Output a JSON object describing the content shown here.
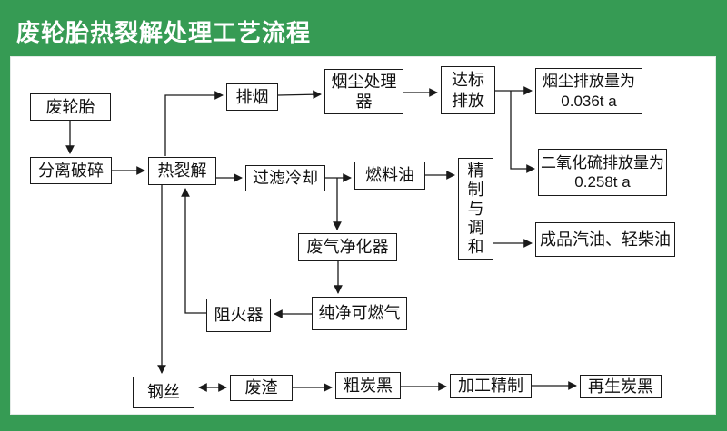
{
  "title": "废轮胎热裂解处理工艺流程",
  "colors": {
    "background_green": "#369b54",
    "title_color": "#ffffff",
    "panel": "#ffffff",
    "line": "#1a1a1a"
  },
  "diagram": {
    "nodes": {
      "waste_tire": {
        "label": "废轮胎"
      },
      "separate_crush": {
        "label": "分离破碎"
      },
      "pyrolysis": {
        "label": "热裂解"
      },
      "smoke_exhaust": {
        "label": "排烟"
      },
      "dust_processor": {
        "line1": "烟尘处理",
        "line2": "器"
      },
      "standard_discharge": {
        "line1": "达标",
        "line2": "排放"
      },
      "dust_emission": {
        "line1": "烟尘排放量为",
        "line2": "0.036t a"
      },
      "filter_cooling": {
        "label": "过滤冷却"
      },
      "fuel_oil": {
        "label": "燃料油"
      },
      "refine_blend": {
        "label": "精制与调和"
      },
      "so2_emission": {
        "line1": "二氧化硫排放量为",
        "line2": "0.258t a"
      },
      "finished_oil": {
        "label": "成品汽油、轻柴油"
      },
      "gas_purifier": {
        "label": "废气净化器"
      },
      "pure_gas": {
        "label": "纯净可燃气"
      },
      "flame_arrester": {
        "label": "阻火器"
      },
      "steel_wire": {
        "label": "钢丝"
      },
      "waste_residue": {
        "label": "废渣"
      },
      "crude_carbon_black": {
        "label": "粗炭黑"
      },
      "process_refine": {
        "label": "加工精制"
      },
      "regen_carbon_black": {
        "label": "再生炭黑"
      }
    }
  }
}
